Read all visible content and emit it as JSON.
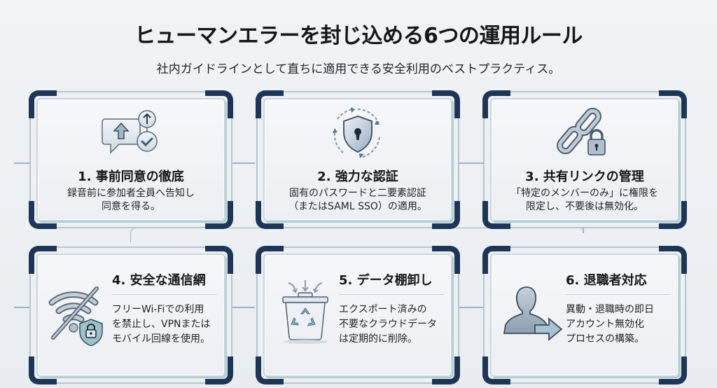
{
  "header": {
    "title": "ヒューマンエラーを封じ込める6つの運用ルール",
    "subtitle": "社内ガイドラインとして直ちに適用できる安全利用のベストプラクティス。"
  },
  "theme": {
    "frame_dark": "#1e3556",
    "frame_light": "#b7c4d1",
    "accent_teal": "#a9cfd3",
    "connector": "#9fb3c6",
    "background": "#eef1f4"
  },
  "rules": [
    {
      "number": "1",
      "title": "1. 事前同意の徹底",
      "description": "録音前に参加者全員へ告知し\n同意を得る。",
      "icon": "chat-consent-check-icon"
    },
    {
      "number": "2",
      "title": "2. 強力な認証",
      "description": "固有のパスワードと二要素認証\n（またはSAML SSO）の適用。",
      "icon": "shield-keyhole-cycle-icon"
    },
    {
      "number": "3",
      "title": "3. 共有リンクの管理",
      "description": "「特定のメンバーのみ」に権限を\n限定し、不要後は無効化。",
      "icon": "chain-link-lock-icon"
    },
    {
      "number": "4",
      "title": "4. 安全な通信網",
      "description": "フリーWi-Fiでの利用\nを禁止し、VPNまたは\nモバイル回線を使用。",
      "icon": "wifi-blocked-shield-icon"
    },
    {
      "number": "5",
      "title": "5. データ棚卸し",
      "description": "エクスポート済みの\n不要なクラウドデータ\nは定期的に削除。",
      "icon": "recycle-bin-icon"
    },
    {
      "number": "6",
      "title": "6. 退職者対応",
      "description": "異動・退職時の即日\nアカウント無効化\nプロセスの構築。",
      "icon": "user-exit-arrow-icon"
    }
  ]
}
